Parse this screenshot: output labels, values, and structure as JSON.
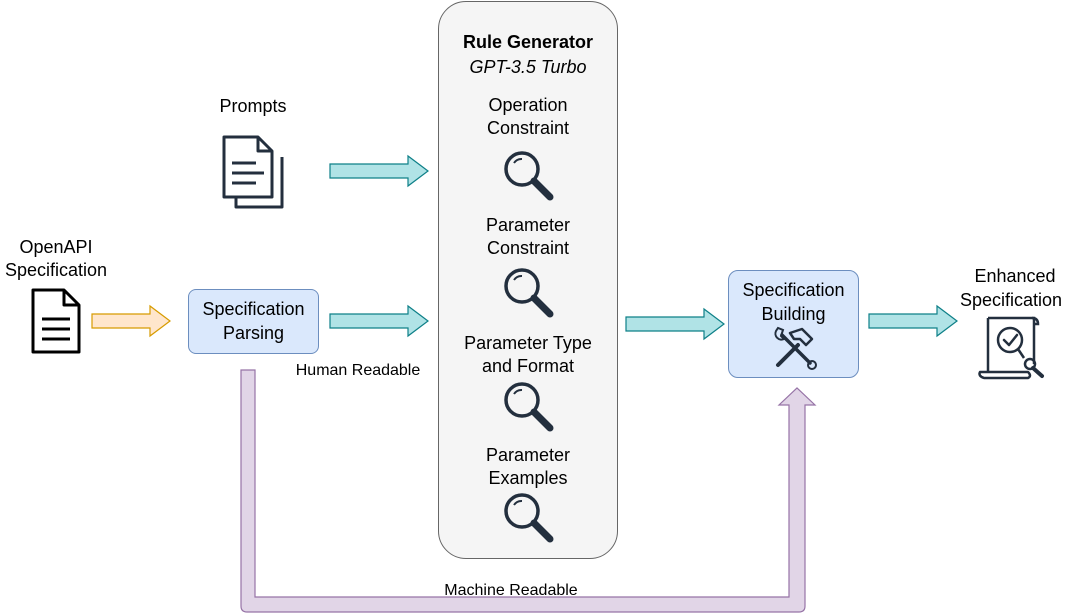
{
  "inputs": {
    "prompts_label": "Prompts",
    "openapi_line1": "OpenAPI",
    "openapi_line2": "Specification"
  },
  "parsing": {
    "line1": "Specification",
    "line2": "Parsing"
  },
  "rule_generator": {
    "title": "Rule Generator",
    "subtitle": "GPT-3.5 Turbo",
    "steps": [
      {
        "line1": "Operation",
        "line2": "Constraint"
      },
      {
        "line1": "Parameter",
        "line2": "Constraint"
      },
      {
        "line1": "Parameter Type",
        "line2": "and Format"
      },
      {
        "line1": "Parameter",
        "line2": "Examples"
      }
    ]
  },
  "building": {
    "line1": "Specification",
    "line2": "Building"
  },
  "output": {
    "line1": "Enhanced",
    "line2": "Specification"
  },
  "edges": {
    "human_readable": "Human Readable",
    "machine_readable": "Machine Readable"
  },
  "colors": {
    "teal_arrow": "#b0e3e6",
    "teal_stroke": "#0e8088",
    "orange_arrow": "#ffe6cc",
    "orange_stroke": "#d79b00",
    "purple_arrow": "#e1d5e7",
    "purple_stroke": "#9673a6",
    "blue_box": "#dae8fc",
    "blue_stroke": "#6c8ebf",
    "gray_box": "#f5f5f5",
    "gray_stroke": "#666666"
  }
}
